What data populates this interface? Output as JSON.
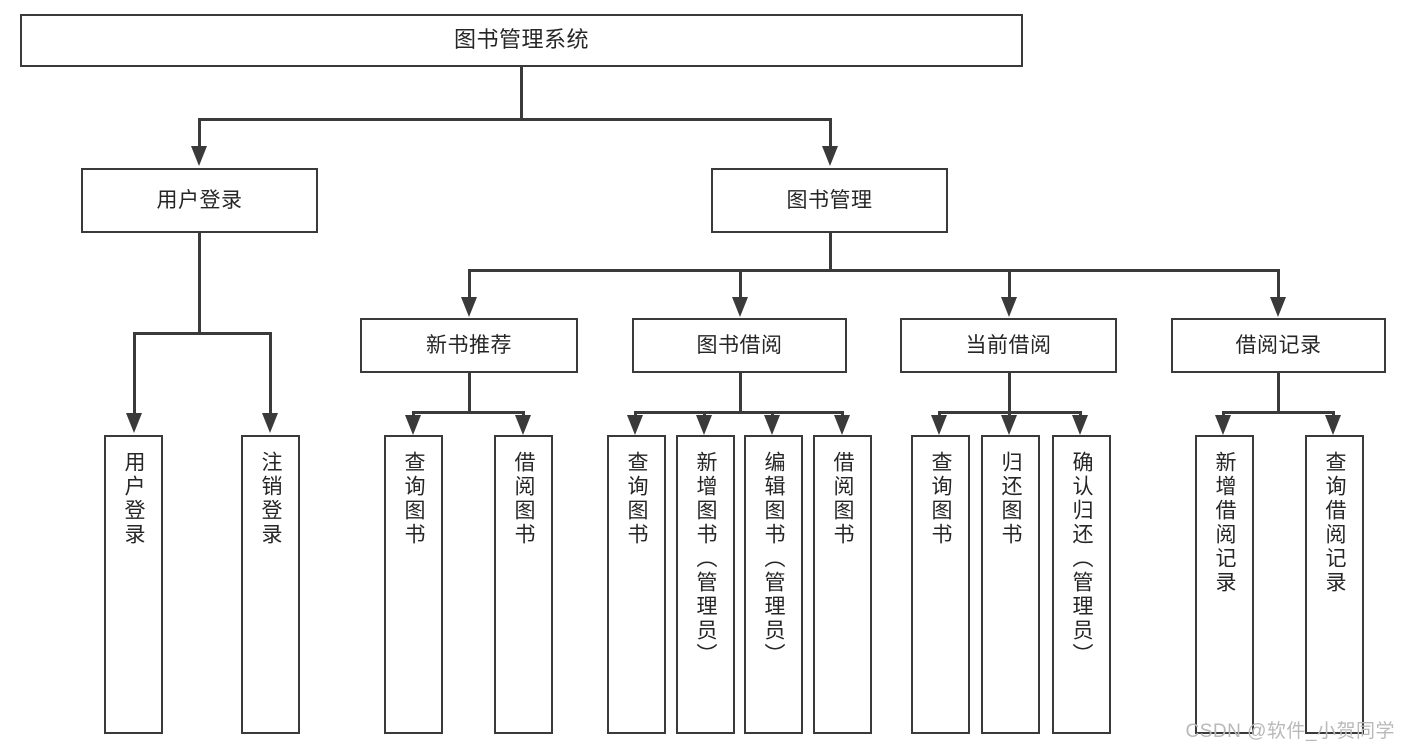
{
  "diagram": {
    "title": "图书管理系统",
    "type": "hierarchy-tree",
    "root": {
      "label": "图书管理系统"
    },
    "level2": [
      {
        "label": "用户登录"
      },
      {
        "label": "图书管理"
      }
    ],
    "level3": [
      {
        "label": "新书推荐"
      },
      {
        "label": "图书借阅"
      },
      {
        "label": "当前借阅"
      },
      {
        "label": "借阅记录"
      }
    ],
    "leaves": {
      "user_login": [
        {
          "label": "用户登录"
        },
        {
          "label": "注销登录"
        }
      ],
      "new_book_recommend": [
        {
          "label": "查询图书"
        },
        {
          "label": "借阅图书"
        }
      ],
      "book_borrow": [
        {
          "label": "查询图书"
        },
        {
          "label": "新增图书（管理员）"
        },
        {
          "label": "编辑图书（管理员）"
        },
        {
          "label": "借阅图书"
        }
      ],
      "current_borrow": [
        {
          "label": "查询图书"
        },
        {
          "label": "归还图书"
        },
        {
          "label": "确认归还（管理员）"
        }
      ],
      "borrow_record": [
        {
          "label": "新增借阅记录"
        },
        {
          "label": "查询借阅记录"
        }
      ]
    }
  },
  "watermark": {
    "text": "CSDN @软件_小贺同学"
  },
  "colors": {
    "border": "#3a3a3a",
    "text": "#262626",
    "background": "#ffffff",
    "watermark": "#b9b9b9"
  }
}
